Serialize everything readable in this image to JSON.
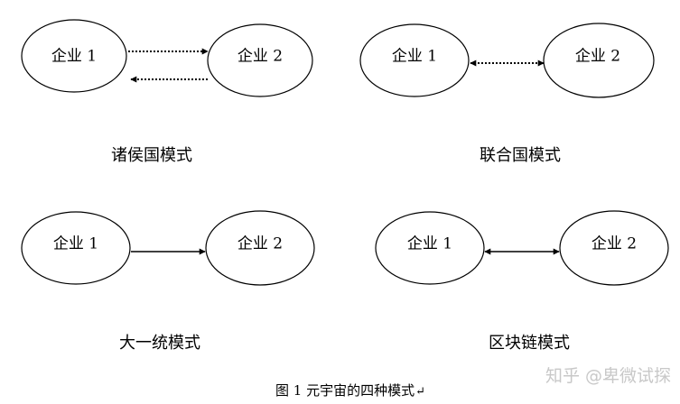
{
  "modes": [
    {
      "id": "vassal",
      "label": "诸侯国模式",
      "left": "企业 1",
      "right": "企业 2",
      "connector": "dotted-two-arrows"
    },
    {
      "id": "alliance",
      "label": "联合国模式",
      "left": "企业 1",
      "right": "企业 2",
      "connector": "dotted-double-arrow"
    },
    {
      "id": "unified",
      "label": "大一统模式",
      "left": "企业 1",
      "right": "企业 2",
      "connector": "solid-single-arrow"
    },
    {
      "id": "blockchain",
      "label": "区块链模式",
      "left": "企业 1",
      "right": "企业 2",
      "connector": "solid-double-arrow"
    }
  ],
  "caption": {
    "text": "图 1  元宇宙的四种模式",
    "return_mark": "↵"
  },
  "watermark": "知乎 @卑微试探"
}
